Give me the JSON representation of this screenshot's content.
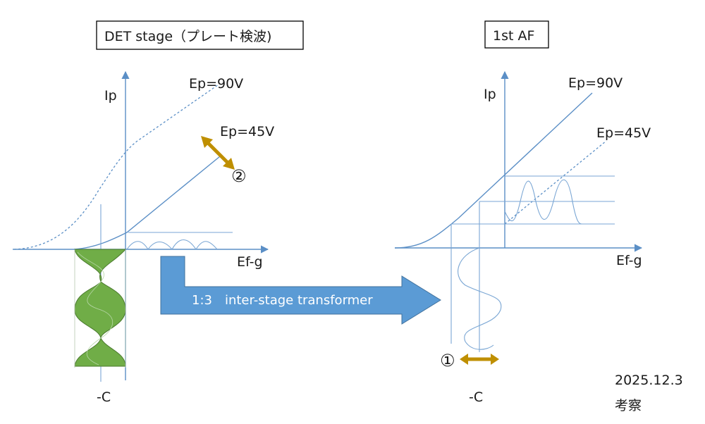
{
  "left": {
    "title": "DET stage（プレート検波)",
    "y_axis": "Ip",
    "x_axis": "Ef-g",
    "curve_high": "Ep=90V",
    "curve_low": "Ep=45V",
    "bias": "-C",
    "marker": "②"
  },
  "right": {
    "title": "1st AF",
    "y_axis": "Ip",
    "x_axis": "Ef-g",
    "curve_high": "Ep=90V",
    "curve_low": "Ep=45V",
    "bias": "-C",
    "marker": "①"
  },
  "arrow_label": "1:3　inter-stage transformer",
  "footer": {
    "date": "2025.12.3",
    "note": "考察"
  },
  "colors": {
    "line": "#5b8fc6",
    "arrow_fill": "#5b9bd5",
    "marker_arrow": "#bf8f00",
    "envelope_fill": "#70ad47"
  }
}
